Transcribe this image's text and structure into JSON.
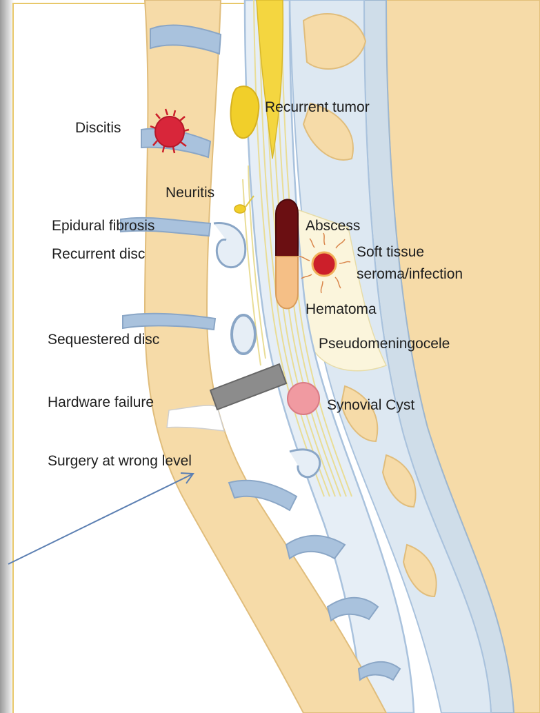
{
  "labels": {
    "recurrent_tumor": "Recurrent tumor",
    "discitis": "Discitis",
    "neuritis": "Neuritis",
    "epidural_fibrosis": "Epidural fibrosis",
    "recurrent_disc": "Recurrent disc",
    "abscess": "Abscess",
    "soft_tissue_line1": "Soft tissue",
    "soft_tissue_line2": "seroma/infection",
    "hematoma": "Hematoma",
    "sequestered_disc": "Sequestered disc",
    "pseudomeningocele": "Pseudomeningocele",
    "hardware_failure": "Hardware failure",
    "synovial_cyst": "Synovial Cyst",
    "surgery_wrong_level": "Surgery at wrong level"
  },
  "colors": {
    "bone": "#f6dba8",
    "disc": "#a9c2dd",
    "canal_fill": "#dde8f2",
    "dura": "#b7cbe0",
    "nerve": "#f1e6a6",
    "tumor": "#f1cf2a",
    "abscess": "#6b0f12",
    "hematoma": "#f5bf86",
    "lesion_red": "#cc1f2a",
    "synovial": "#f09aa1",
    "hardware": "#8c8c8c",
    "arrow": "#5b7fb2",
    "frame": "#e8c86a"
  }
}
